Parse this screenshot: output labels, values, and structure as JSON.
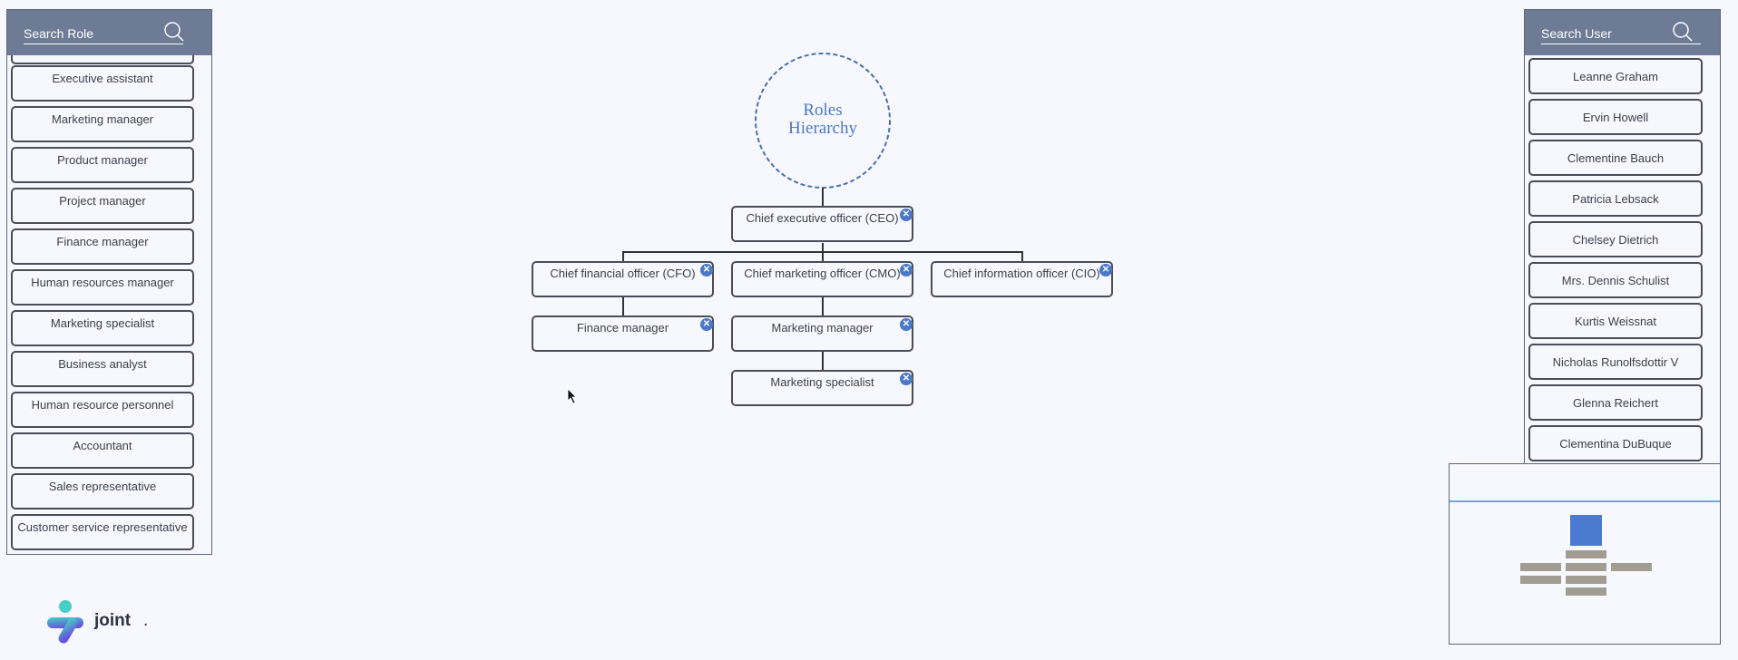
{
  "role_panel": {
    "search_placeholder": "Search Role",
    "items": [
      "Executive assistant",
      "Marketing manager",
      "Product manager",
      "Project manager",
      "Finance manager",
      "Human resources manager",
      "Marketing specialist",
      "Business analyst",
      "Human resource personnel",
      "Accountant",
      "Sales representative",
      "Customer service representative"
    ]
  },
  "user_panel": {
    "search_placeholder": "Search User",
    "items": [
      "Leanne Graham",
      "Ervin Howell",
      "Clementine Bauch",
      "Patricia Lebsack",
      "Chelsey Dietrich",
      "Mrs. Dennis Schulist",
      "Kurtis Weissnat",
      "Nicholas Runolfsdottir V",
      "Glenna Reichert",
      "Clementina DuBuque"
    ]
  },
  "diagram": {
    "title": "Roles Hierarchy",
    "nodes": {
      "ceo": "Chief executive officer (CEO)",
      "cfo": "Chief financial officer (CFO)",
      "cmo": "Chief marketing officer (CMO)",
      "cio": "Chief information officer (CIO)",
      "finance_manager": "Finance manager",
      "marketing_manager": "Marketing manager",
      "marketing_specialist": "Marketing specialist"
    },
    "close_glyph": "✕"
  },
  "logo": {
    "text": "joint",
    "suffix": "."
  },
  "colors": {
    "accent": "#4b78c8",
    "header": "#6e7b95",
    "minimap_line": "#6fa8dc"
  }
}
